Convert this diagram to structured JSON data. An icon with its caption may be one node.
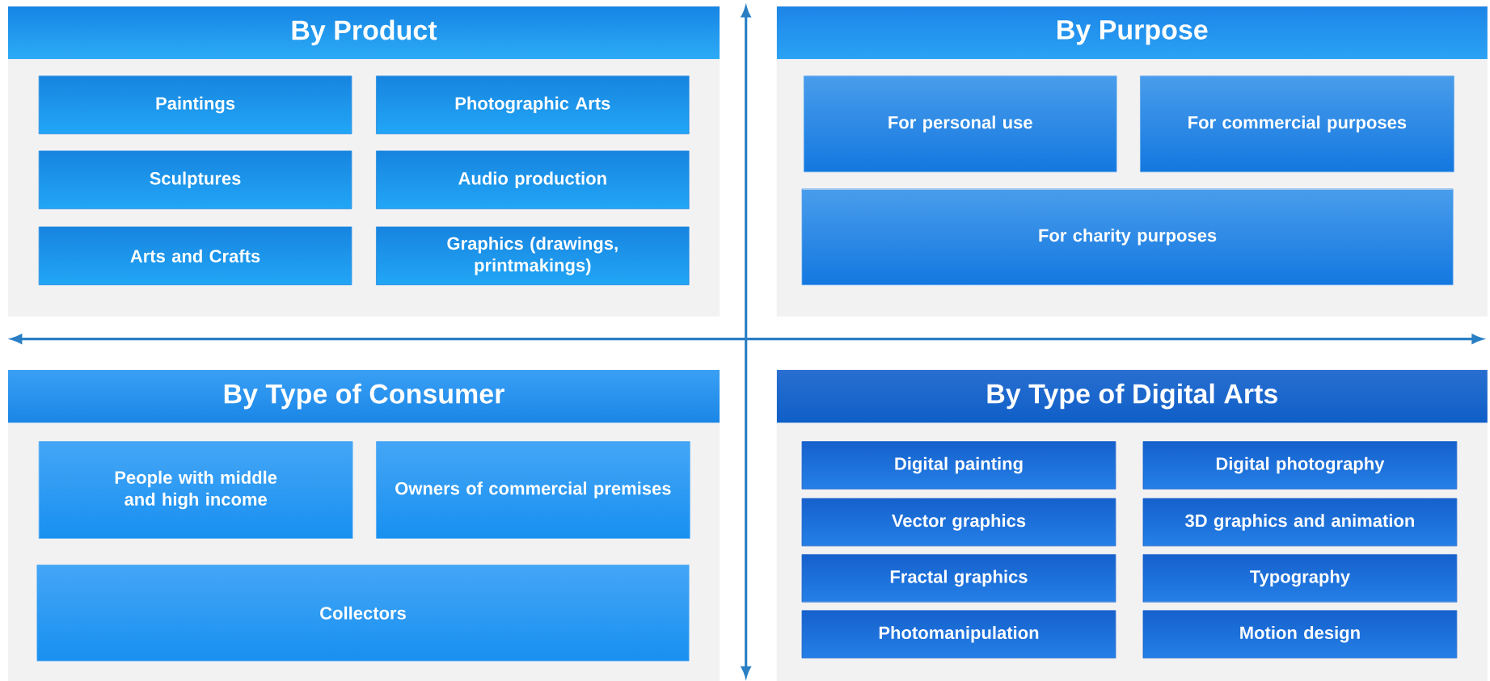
{
  "diagram": {
    "nodes": [
      {
        "text": [
          "By Product"
        ]
      },
      {
        "text": [
          "Paintings"
        ],
        "in": 0
      },
      {
        "text": [
          "Photographic Arts"
        ],
        "in": 0
      },
      {
        "text": [
          "Sculptures"
        ],
        "in": 0
      },
      {
        "text": [
          "Audio production"
        ],
        "in": 0
      },
      {
        "text": [
          "Arts and Crafts"
        ],
        "in": 0
      },
      {
        "text": [
          "Graphics (drawings, printmakings)"
        ],
        "in": 0
      },
      {
        "text": [
          "By Purpose"
        ]
      },
      {
        "text": [
          "For personal use"
        ],
        "in": 7
      },
      {
        "text": [
          "For commercial purposes"
        ],
        "in": 7
      },
      {
        "text": [
          "For charity purposes"
        ],
        "in": 7
      },
      {
        "text": [
          "By Type of Consumer"
        ]
      },
      {
        "text": [
          "People with middle and high income"
        ],
        "in": 11
      },
      {
        "text": [
          "Owners of commercial premises"
        ],
        "in": 11
      },
      {
        "text": [
          "Collectors"
        ],
        "in": 11
      },
      {
        "text": [
          "By Type of Digital Arts"
        ]
      },
      {
        "text": [
          "Digital painting"
        ],
        "in": 15
      },
      {
        "text": [
          "Digital photography"
        ],
        "in": 15
      },
      {
        "text": [
          "Vector graphics"
        ],
        "in": 15
      },
      {
        "text": [
          "3D graphics and animation"
        ],
        "in": 15
      },
      {
        "text": [
          "Fractal graphics"
        ],
        "in": 15
      },
      {
        "text": [
          "Typography"
        ],
        "in": 15
      },
      {
        "text": [
          "Photomanipulation"
        ],
        "in": 15
      },
      {
        "text": [
          "Motion design"
        ],
        "in": 15
      }
    ]
  }
}
